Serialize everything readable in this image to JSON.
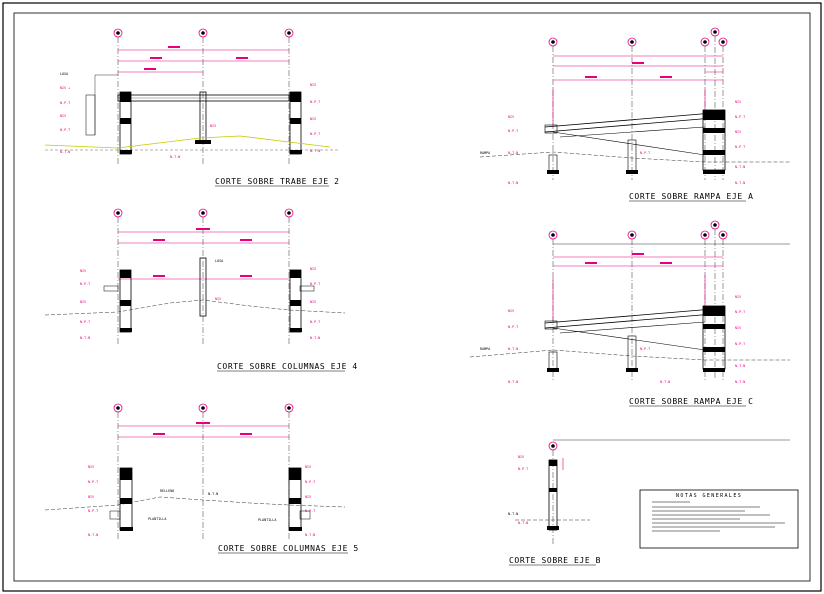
{
  "titles": {
    "s1": "CORTE SOBRE TRABE EJE 2",
    "s2": "CORTE SOBRE COLUMNAS EJE 4",
    "s3": "CORTE SOBRE COLUMNAS EJE 5",
    "s4": "CORTE SOBRE RAMPA EJE A",
    "s5": "CORTE SOBRE RAMPA EJE C",
    "s6": "CORTE SOBRE EJE B"
  },
  "notes": {
    "heading": "NOTAS GENERALES"
  },
  "colors": {
    "dimension": "#e6007e",
    "geometry": "#000000",
    "axis_bubble": "#e6007e",
    "ground": "#c8c800",
    "border": "#000000"
  }
}
